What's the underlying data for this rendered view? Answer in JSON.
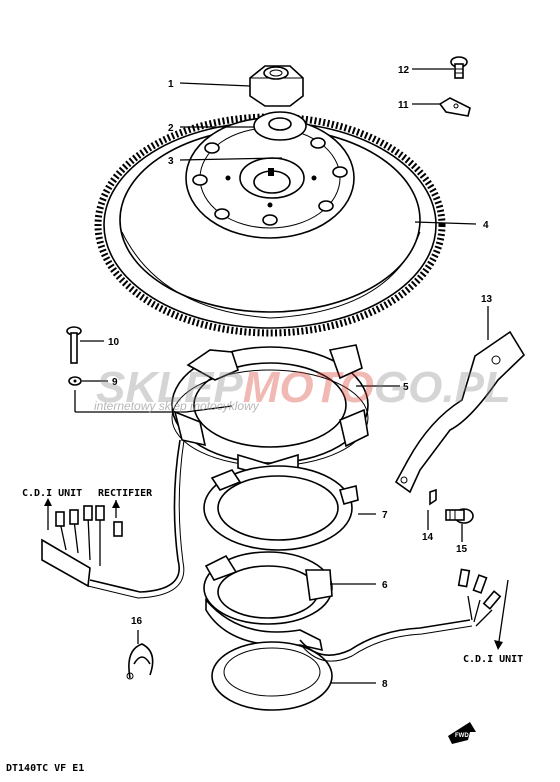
{
  "parts": [
    {
      "id": "1",
      "label": "1"
    },
    {
      "id": "2",
      "label": "2"
    },
    {
      "id": "3",
      "label": "3"
    },
    {
      "id": "4",
      "label": "4"
    },
    {
      "id": "5",
      "label": "5"
    },
    {
      "id": "6",
      "label": "6"
    },
    {
      "id": "7",
      "label": "7"
    },
    {
      "id": "8",
      "label": "8"
    },
    {
      "id": "9",
      "label": "9"
    },
    {
      "id": "10",
      "label": "10"
    },
    {
      "id": "11",
      "label": "11"
    },
    {
      "id": "12",
      "label": "12"
    },
    {
      "id": "13",
      "label": "13"
    },
    {
      "id": "14",
      "label": "14"
    },
    {
      "id": "15",
      "label": "15"
    },
    {
      "id": "16",
      "label": "16"
    }
  ],
  "annotations": {
    "cdi_unit_left": "C.D.I UNIT",
    "rectifier": "RECTIFIER",
    "cdi_unit_right": "C.D.I UNIT",
    "fwd": "FWD",
    "model_code": "DT140TC VF E1"
  },
  "watermark": {
    "brand_part1": "SKLEP",
    "brand_part2": "MOTO",
    "brand_part3": "GO",
    "brand_tld": ".PL",
    "tagline": "internetowy sklep motocyklowy"
  },
  "colors": {
    "line": "#000000",
    "background": "#ffffff",
    "watermark_gray": "#8a8a8a",
    "watermark_red": "#d93a2b"
  }
}
